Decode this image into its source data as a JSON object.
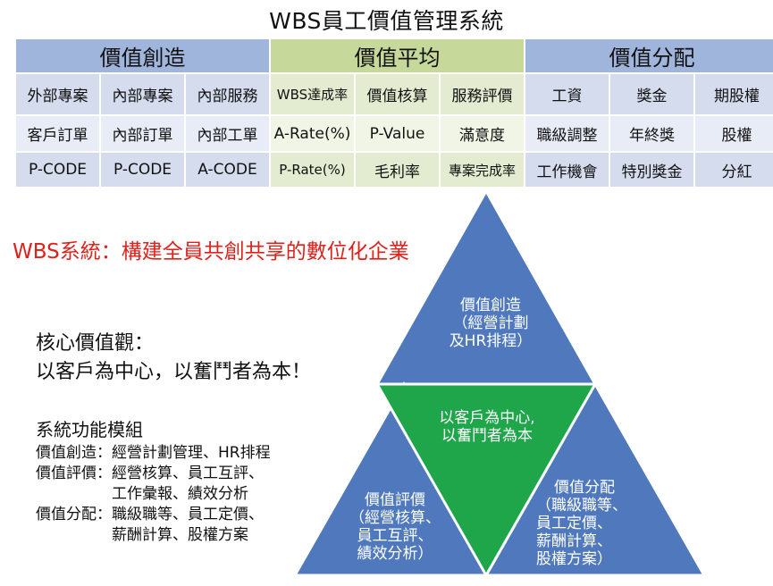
{
  "title": "WBS員工價值管理系統",
  "table": {
    "headers": [
      {
        "label": "價值創造"
      },
      {
        "label": "價值平均"
      },
      {
        "label": "價值分配"
      }
    ],
    "rows": [
      [
        "外部專案",
        "內部專案",
        "內部服務",
        "WBS達成率",
        "價值核算",
        "服務評價",
        "工資",
        "獎金",
        "期股權"
      ],
      [
        "客戶訂單",
        "內部訂單",
        "內部工單",
        "A-Rate(%)",
        "P-Value",
        "滿意度",
        "職級調整",
        "年終獎",
        "股權"
      ],
      [
        "P-CODE",
        "P-CODE",
        "A-CODE",
        "P-Rate(%)",
        "毛利率",
        "專案完成率",
        "工作機會",
        "特別獎金",
        "分紅"
      ]
    ]
  },
  "slogan": "WBS系統：構建全員共創共享的數位化企業",
  "core_values": {
    "heading": "核心價值觀：",
    "text": "以客戶為中心，以奮鬥者為本！"
  },
  "modules": {
    "heading": "系統功能模組",
    "lines": [
      "價值創造：經營計劃管理、HR排程",
      "價值評價：經營核算、員工互評、",
      "　　　　　工作彙報、績效分析",
      "價值分配：職級職等、員工定價、",
      "　　　　　薪酬計算、股權方案"
    ]
  },
  "pyramid": {
    "top": {
      "title": "價值創造",
      "lines": [
        "（經營計劃",
        "及HR排程）"
      ]
    },
    "center": {
      "lines": [
        "以客戶為中心,",
        "以奮鬥者為本"
      ]
    },
    "left": {
      "title": "價值評價",
      "lines": [
        "（經營核算、",
        "員工互評、",
        "績效分析）"
      ]
    },
    "right": {
      "title": "價值分配",
      "lines": [
        "（職級職等、",
        "員工定價、",
        "薪酬計算、",
        "股權方案）"
      ]
    },
    "colors": {
      "blue": "#4f79bc",
      "green": "#1fa64a",
      "stroke": "#ffffff"
    }
  }
}
